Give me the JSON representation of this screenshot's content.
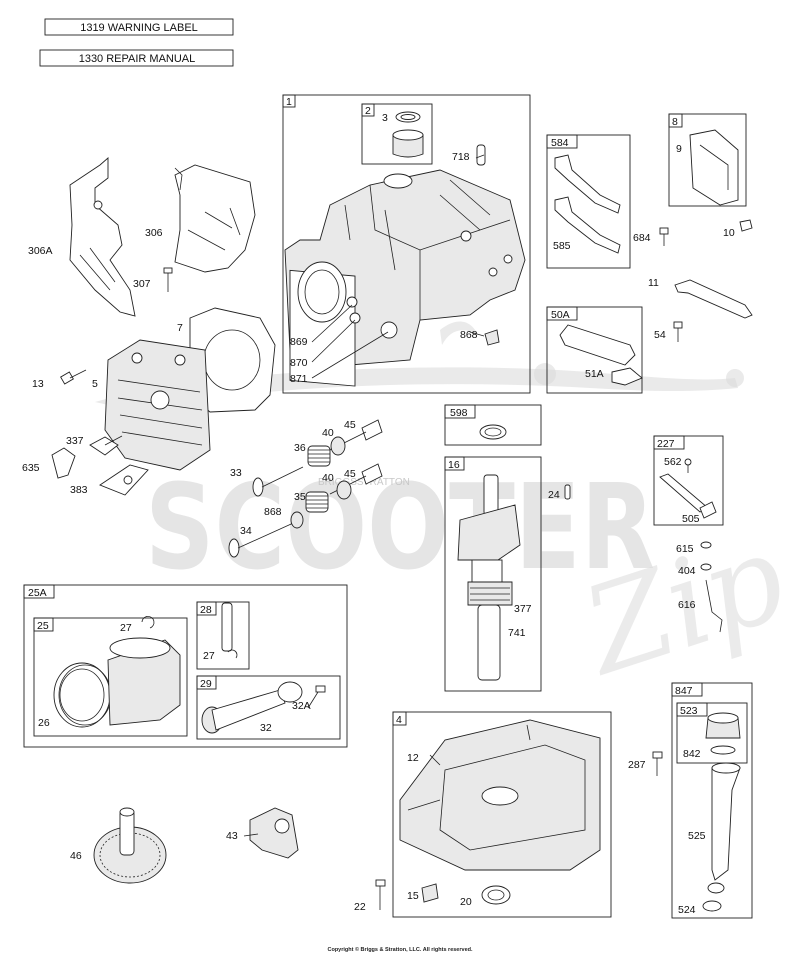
{
  "header": {
    "warning_label": "1319 WARNING LABEL",
    "repair_manual": "1330 REPAIR MANUAL"
  },
  "watermark": {
    "brand": "SCOOTER",
    "script": "Zip",
    "small": "BRIGGSSTRATTON"
  },
  "groups": {
    "g1": "1",
    "g2": "2",
    "g584": "584",
    "g8": "8",
    "g50A": "50A",
    "g598": "598",
    "g227": "227",
    "g16": "16",
    "g25A": "25A",
    "g25": "25",
    "g28": "28",
    "g29": "29",
    "g4": "4",
    "g847": "847",
    "g523": "523"
  },
  "labels": {
    "p306A": "306A",
    "p306": "306",
    "p307": "307",
    "p7": "7",
    "p13": "13",
    "p5": "5",
    "p337": "337",
    "p635": "635",
    "p383": "383",
    "p3": "3",
    "p718": "718",
    "p869": "869",
    "p870": "870",
    "p871": "871",
    "p868a": "868",
    "p9": "9",
    "p585": "585",
    "p684": "684",
    "p10": "10",
    "p11": "11",
    "p54": "54",
    "p51A": "51A",
    "p40a": "40",
    "p45a": "45",
    "p36": "36",
    "p33": "33",
    "p40b": "40",
    "p45b": "45",
    "p35": "35",
    "p868b": "868",
    "p34": "34",
    "p24": "24",
    "p562": "562",
    "p505": "505",
    "p615": "615",
    "p404": "404",
    "p616": "616",
    "p377": "377",
    "p741": "741",
    "p27a": "27",
    "p26": "26",
    "p27b": "27",
    "p32A": "32A",
    "p32": "32",
    "p12": "12",
    "p287": "287",
    "p842": "842",
    "p525": "525",
    "p524": "524",
    "p46": "46",
    "p43": "43",
    "p22": "22",
    "p15": "15",
    "p20": "20"
  },
  "footer": {
    "copyright": "Copyright © Briggs & Stratton, LLC. All rights reserved."
  }
}
